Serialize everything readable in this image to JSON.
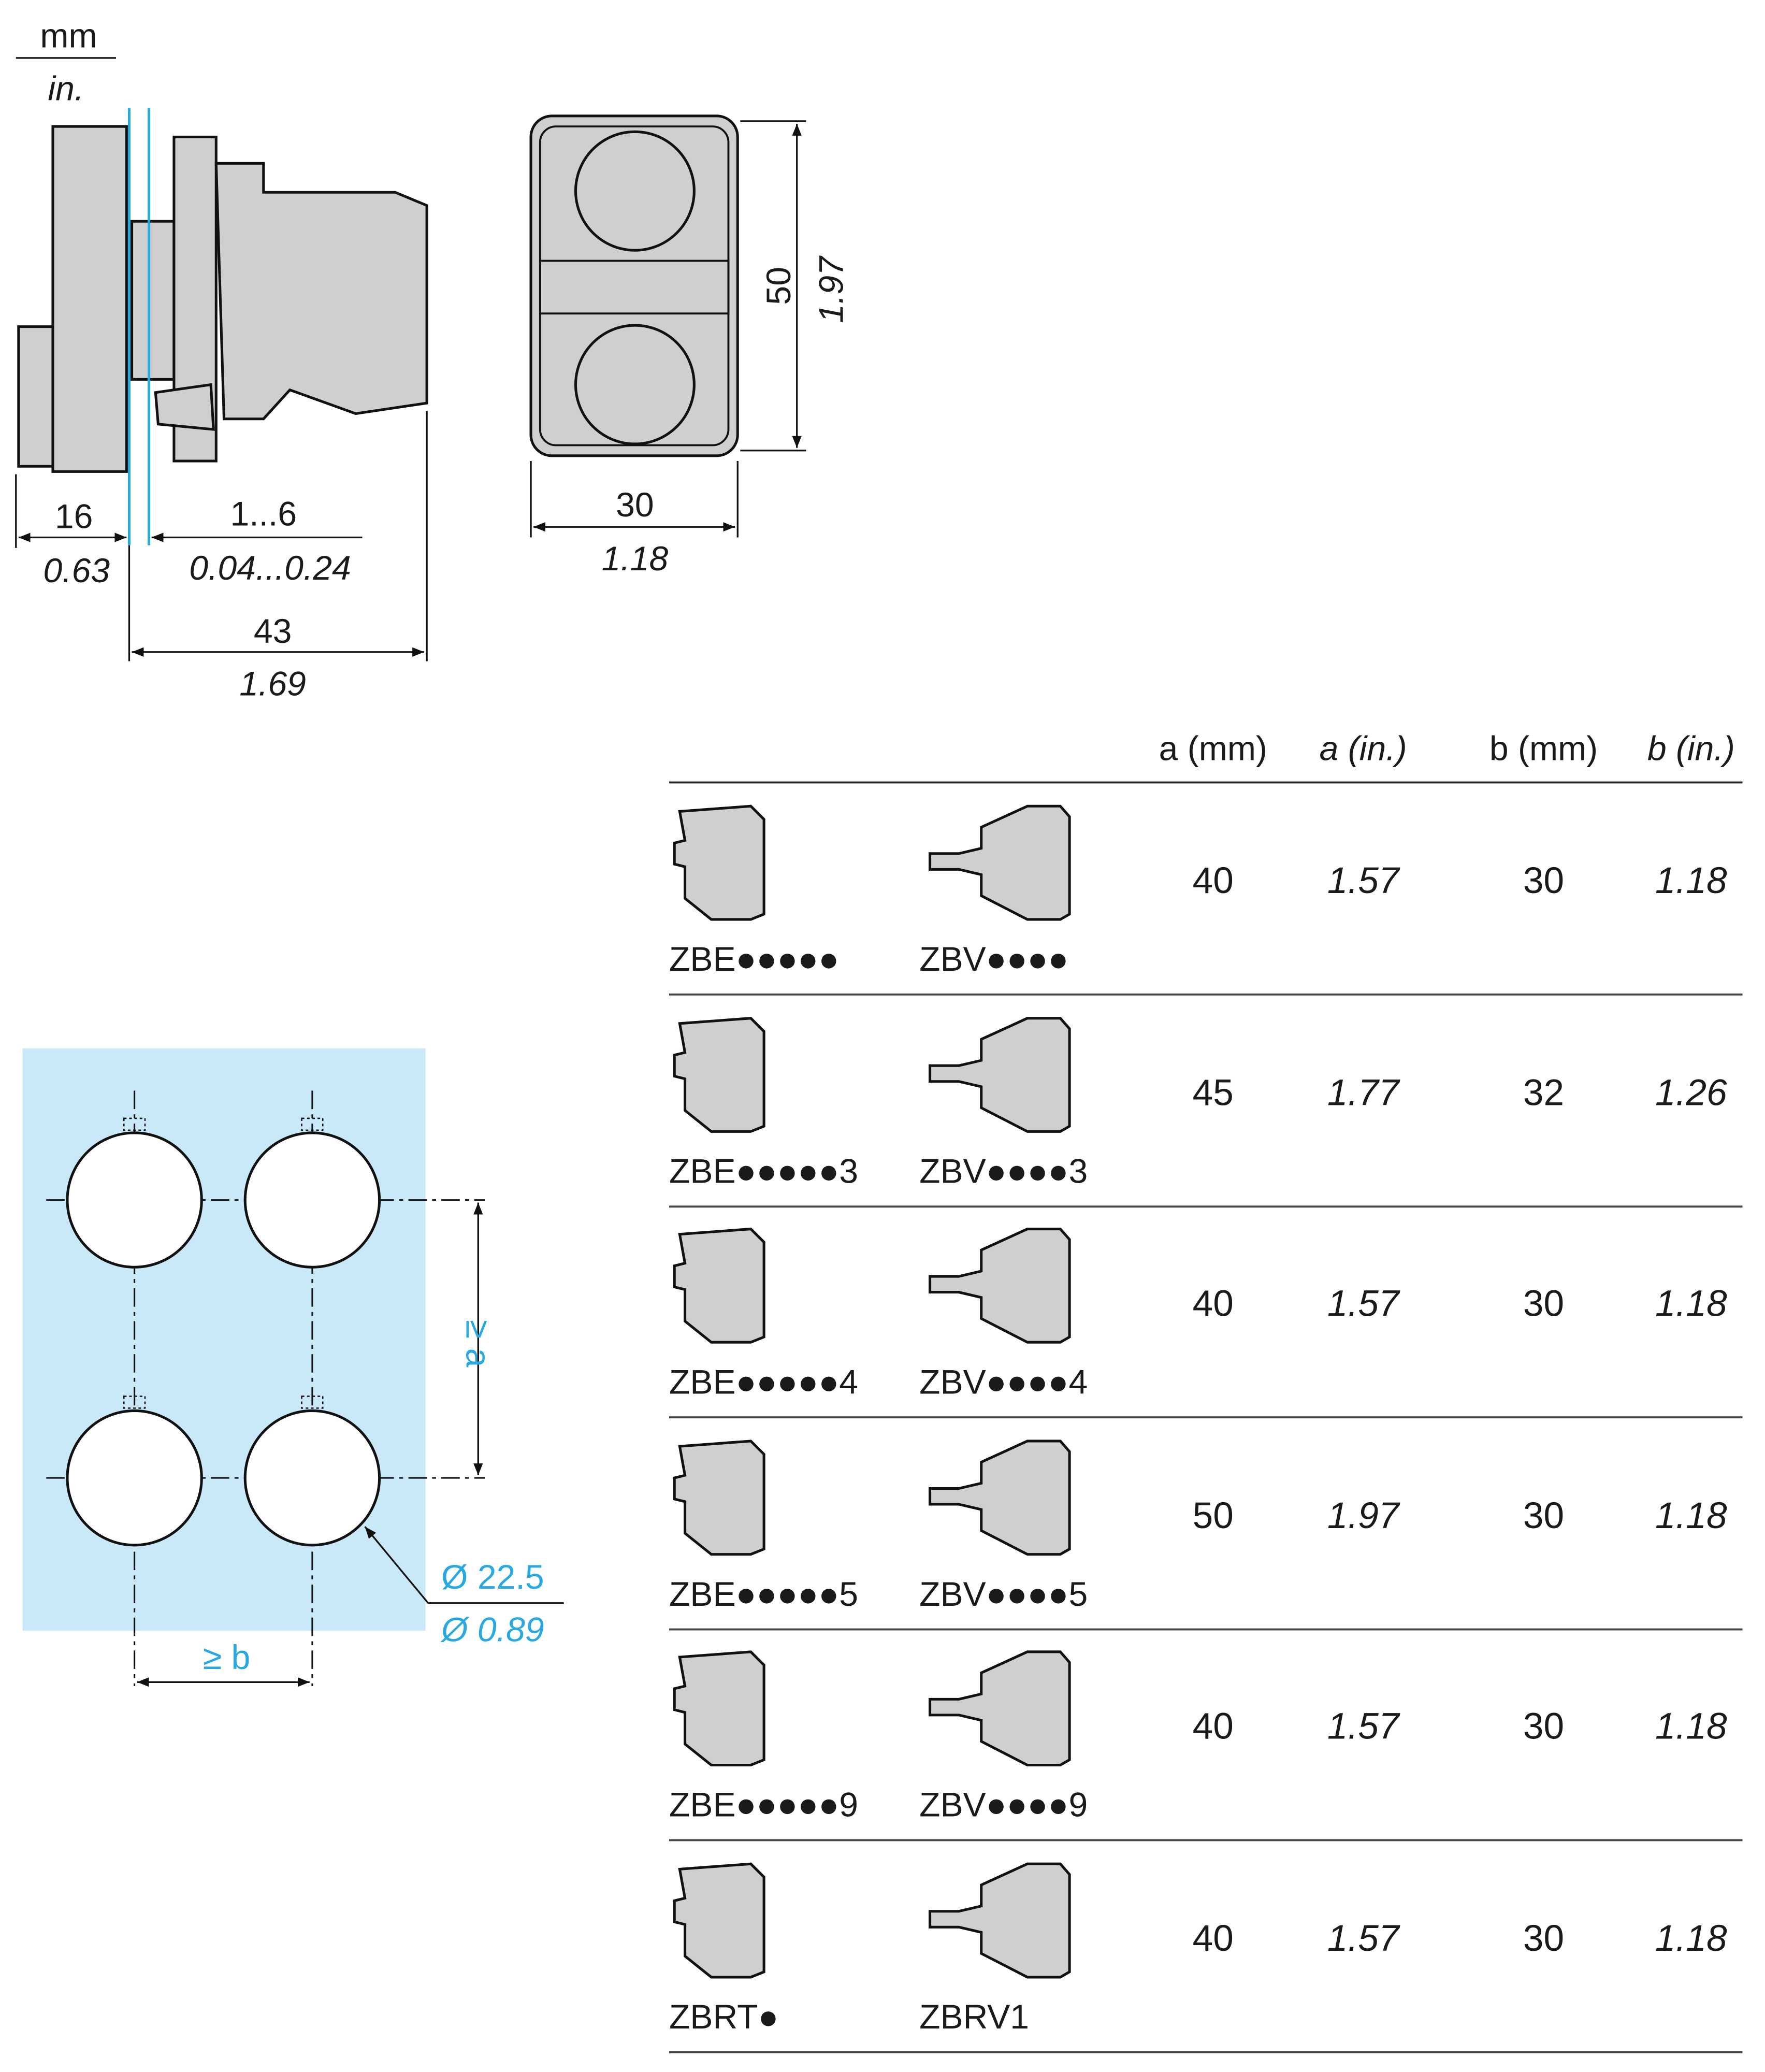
{
  "units": {
    "primary": "mm",
    "secondary": "in."
  },
  "side_view": {
    "dim_16": "16",
    "dim_16_in": "0.63",
    "dim_1_6": "1...6",
    "dim_1_6_in": "0.04...0.24",
    "dim_43": "43",
    "dim_43_in": "1.69"
  },
  "front_view": {
    "height_mm": "50",
    "height_in": "1.97",
    "width_mm": "30",
    "width_in": "1.18"
  },
  "cutout": {
    "a_label": "≥ a",
    "b_label": "≥ b",
    "diameter_mm": "Ø 22.5",
    "diameter_in": "Ø 0.89",
    "panel_color": "#c9e9f9",
    "accent_color": "#29a9e0"
  },
  "table": {
    "headers": {
      "a_mm": "a (mm)",
      "a_in": "a (in.)",
      "b_mm": "b (mm)",
      "b_in": "b (in.)"
    },
    "rows": [
      {
        "left": "ZBE●●●●●",
        "right": "ZBV●●●●",
        "a_mm": "40",
        "a_in": "1.57",
        "b_mm": "30",
        "b_in": "1.18"
      },
      {
        "left": "ZBE●●●●●3",
        "right": "ZBV●●●●3",
        "a_mm": "45",
        "a_in": "1.77",
        "b_mm": "32",
        "b_in": "1.26"
      },
      {
        "left": "ZBE●●●●●4",
        "right": "ZBV●●●●4",
        "a_mm": "40",
        "a_in": "1.57",
        "b_mm": "30",
        "b_in": "1.18"
      },
      {
        "left": "ZBE●●●●●5",
        "right": "ZBV●●●●5",
        "a_mm": "50",
        "a_in": "1.97",
        "b_mm": "30",
        "b_in": "1.18"
      },
      {
        "left": "ZBE●●●●●9",
        "right": "ZBV●●●●9",
        "a_mm": "40",
        "a_in": "1.57",
        "b_mm": "30",
        "b_in": "1.18"
      },
      {
        "left": "ZBRT●",
        "right": "ZBRV1",
        "a_mm": "40",
        "a_in": "1.57",
        "b_mm": "30",
        "b_in": "1.18"
      }
    ]
  }
}
